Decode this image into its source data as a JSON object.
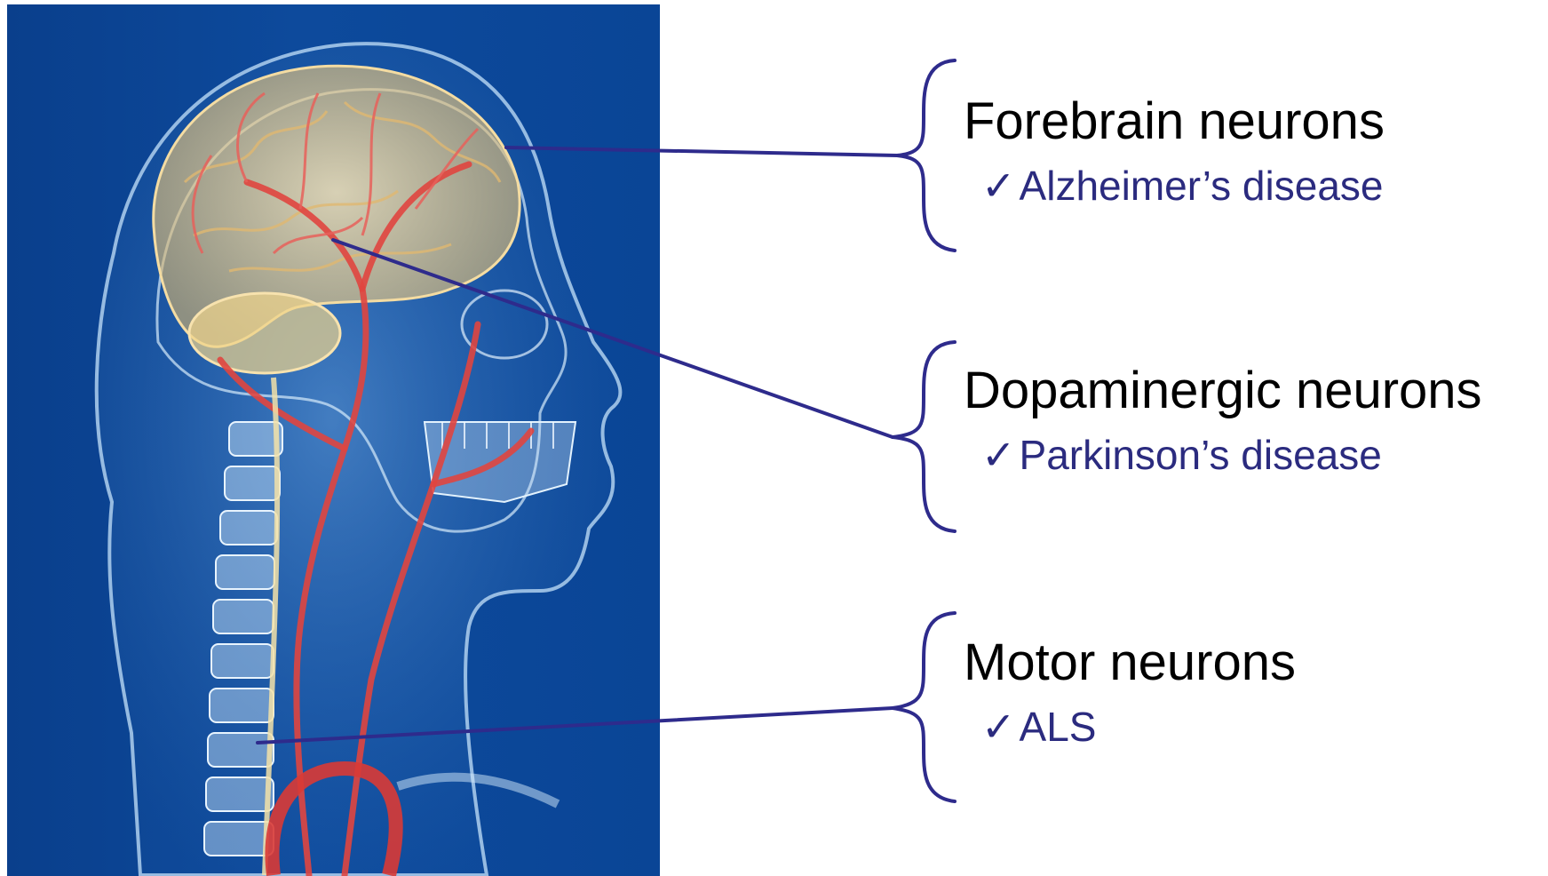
{
  "groups": [
    {
      "heading": "Forebrain neurons",
      "disease": "Alzheimer’s disease"
    },
    {
      "heading": "Dopaminergic neurons",
      "disease": "Parkinson’s disease"
    },
    {
      "heading": "Motor neurons",
      "disease": "ALS"
    }
  ],
  "check_glyph": "✓",
  "colors": {
    "background_panel": "#0d4a9c",
    "leader_lines": "#2e2b8c",
    "disease_text": "#2b2b7f",
    "arteries": "#e0453f",
    "brain": "#f2d89a"
  }
}
